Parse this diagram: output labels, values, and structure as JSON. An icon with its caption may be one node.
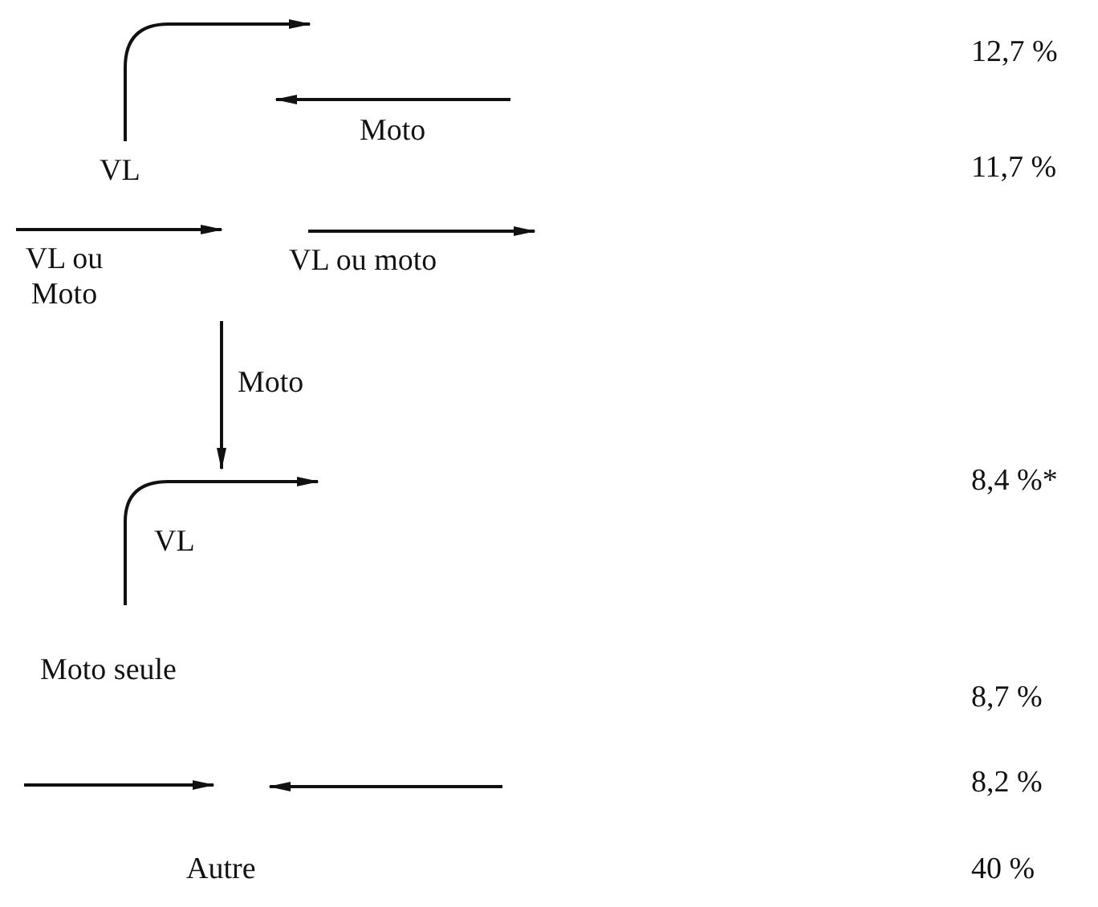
{
  "diagram": {
    "labels": [
      "VL",
      "Moto",
      "12,7 %",
      "VL ou Moto",
      "VL ou moto",
      "11,7 %",
      "Moto",
      "VL",
      "8,4 %*",
      "Moto seule",
      "8,7 %",
      "8,2 %",
      "Autre",
      "40 %"
    ]
  }
}
